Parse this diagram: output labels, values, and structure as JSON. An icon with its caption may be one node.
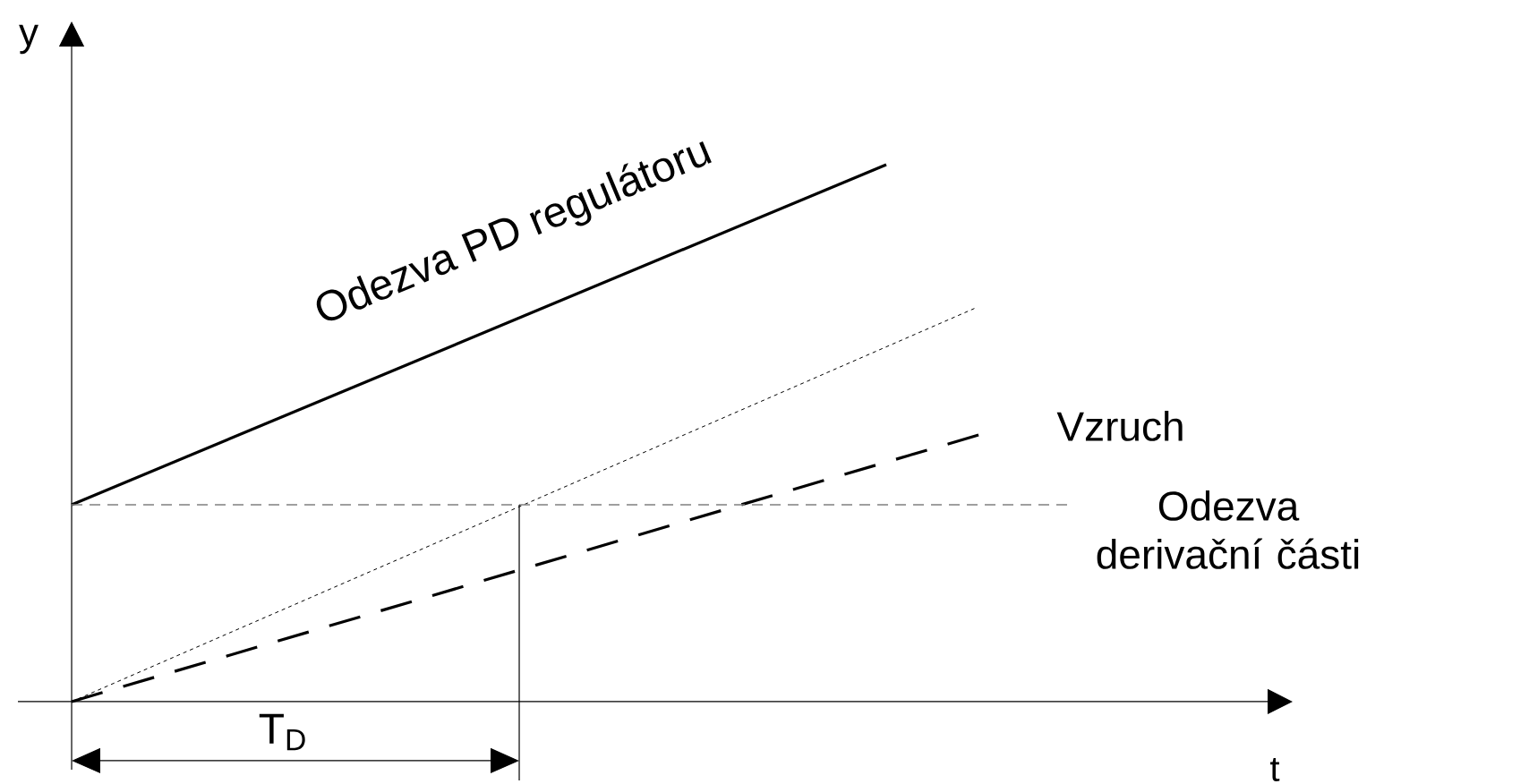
{
  "diagram": {
    "labels": [
      "y",
      "Odezva PD regulátoru",
      "Vzruch",
      "Odezva derivační části",
      "T$_{D}$",
      "t"
    ]
  }
}
